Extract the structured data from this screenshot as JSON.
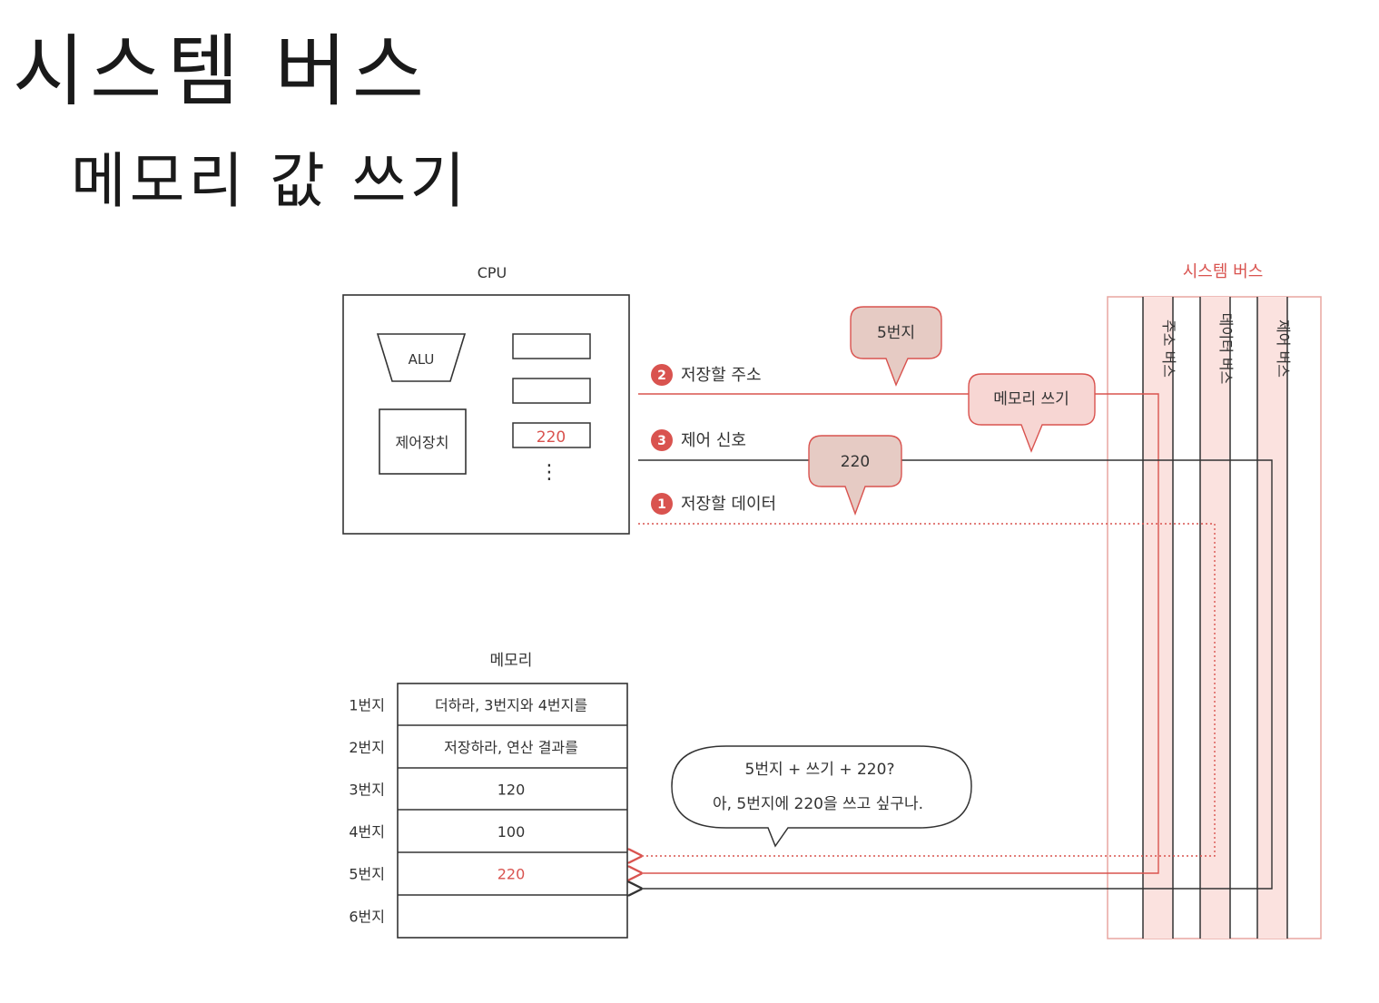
{
  "title": "시스템 버스",
  "subtitle": "메모리 값 쓰기",
  "cpu": {
    "label": "CPU",
    "alu_label": "ALU",
    "control_unit_label": "제어장치",
    "register_value": "220",
    "ellipsis": "⋮"
  },
  "system_bus": {
    "label": "시스템 버스",
    "address_bus_label": "주소 버스",
    "data_bus_label": "데이터 버스",
    "control_bus_label": "제어 버스"
  },
  "signals": {
    "step1": {
      "number": "1",
      "label": "저장할 데이터"
    },
    "step2": {
      "number": "2",
      "label": "저장할 주소"
    },
    "step3": {
      "number": "3",
      "label": "제어 신호"
    }
  },
  "bubbles": {
    "address": "5번지",
    "control": "메모리 쓰기",
    "data": "220"
  },
  "memory": {
    "label": "메모리",
    "rows": [
      {
        "address": "1번지",
        "value": "더하라, 3번지와 4번지를",
        "highlight": false
      },
      {
        "address": "2번지",
        "value": "저장하라, 연산 결과를",
        "highlight": false
      },
      {
        "address": "3번지",
        "value": "120",
        "highlight": false
      },
      {
        "address": "4번지",
        "value": "100",
        "highlight": false
      },
      {
        "address": "5번지",
        "value": "220",
        "highlight": true
      },
      {
        "address": "6번지",
        "value": "",
        "highlight": false
      }
    ]
  },
  "speech": {
    "line1": "5번지 + 쓰기 + 220?",
    "line2": "아, 5번지에 220을 쓰고 싶구나."
  },
  "colors": {
    "accent": "#d9534f",
    "bubble_fill": "#f7d6d3",
    "bubble_fill_dark": "#e6cbc4",
    "bus_fill": "#fbe2df",
    "line": "#333333"
  }
}
